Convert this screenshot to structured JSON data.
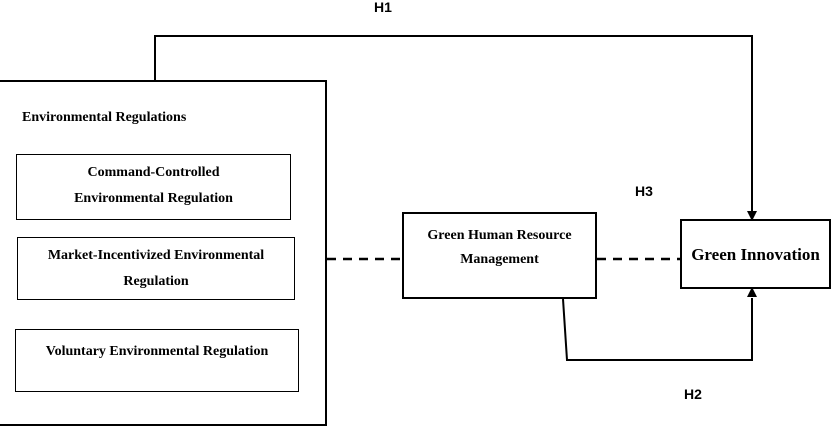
{
  "hypotheses": {
    "h1": "H1",
    "h2": "H2",
    "h3": "H3"
  },
  "environmental_regulations": {
    "title": "Environmental Regulations",
    "items": [
      {
        "line1": "Command-Controlled",
        "line2": "Environmental Regulation"
      },
      {
        "line1": "Market-Incentivized Environmental",
        "line2": "Regulation"
      },
      {
        "line1": "Voluntary Environmental Regulation",
        "line2": ""
      }
    ]
  },
  "ghrm": {
    "line1": "Green Human Resource",
    "line2": "Management"
  },
  "green_innovation": {
    "label": "Green Innovation"
  }
}
